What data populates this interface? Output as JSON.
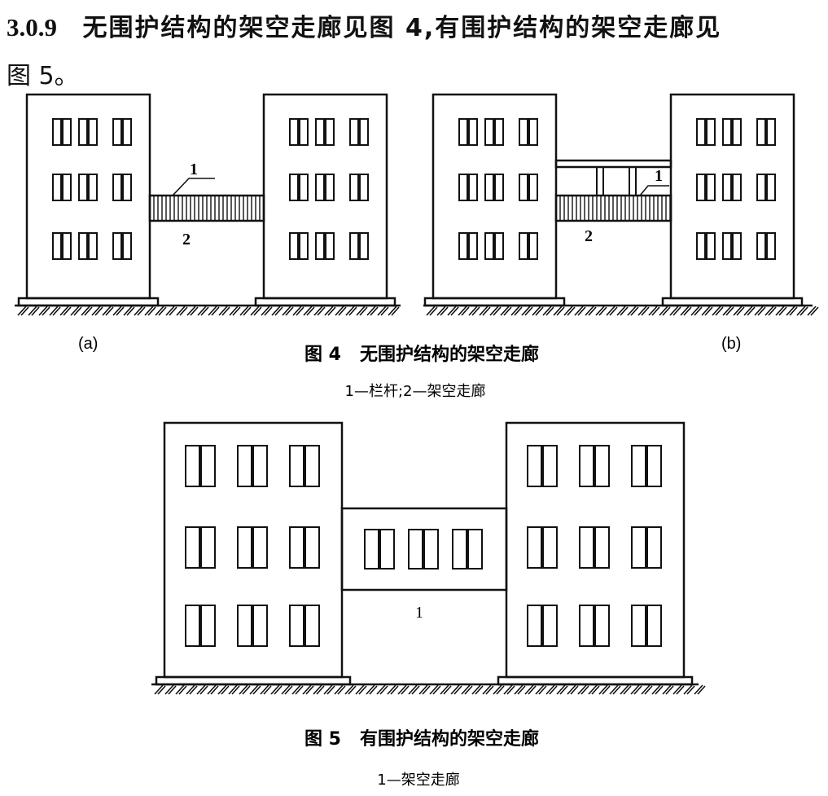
{
  "clause": {
    "number": "3.0.9",
    "text_line1": "无围护结构的架空走廊见图 4,有围护结构的架空走廊见",
    "text_line2": "图 5。"
  },
  "figure4": {
    "panel_a_tag": "(a)",
    "panel_b_tag": "(b)",
    "callout_railing": "1",
    "callout_corridor": "2",
    "caption": "图 4   无围护结构的架空走廊",
    "legend": "1—栏杆;2—架空走廊"
  },
  "figure5": {
    "callout_corridor": "1",
    "caption": "图 5   有围护结构的架空走廊",
    "legend": "1—架空走廊"
  }
}
